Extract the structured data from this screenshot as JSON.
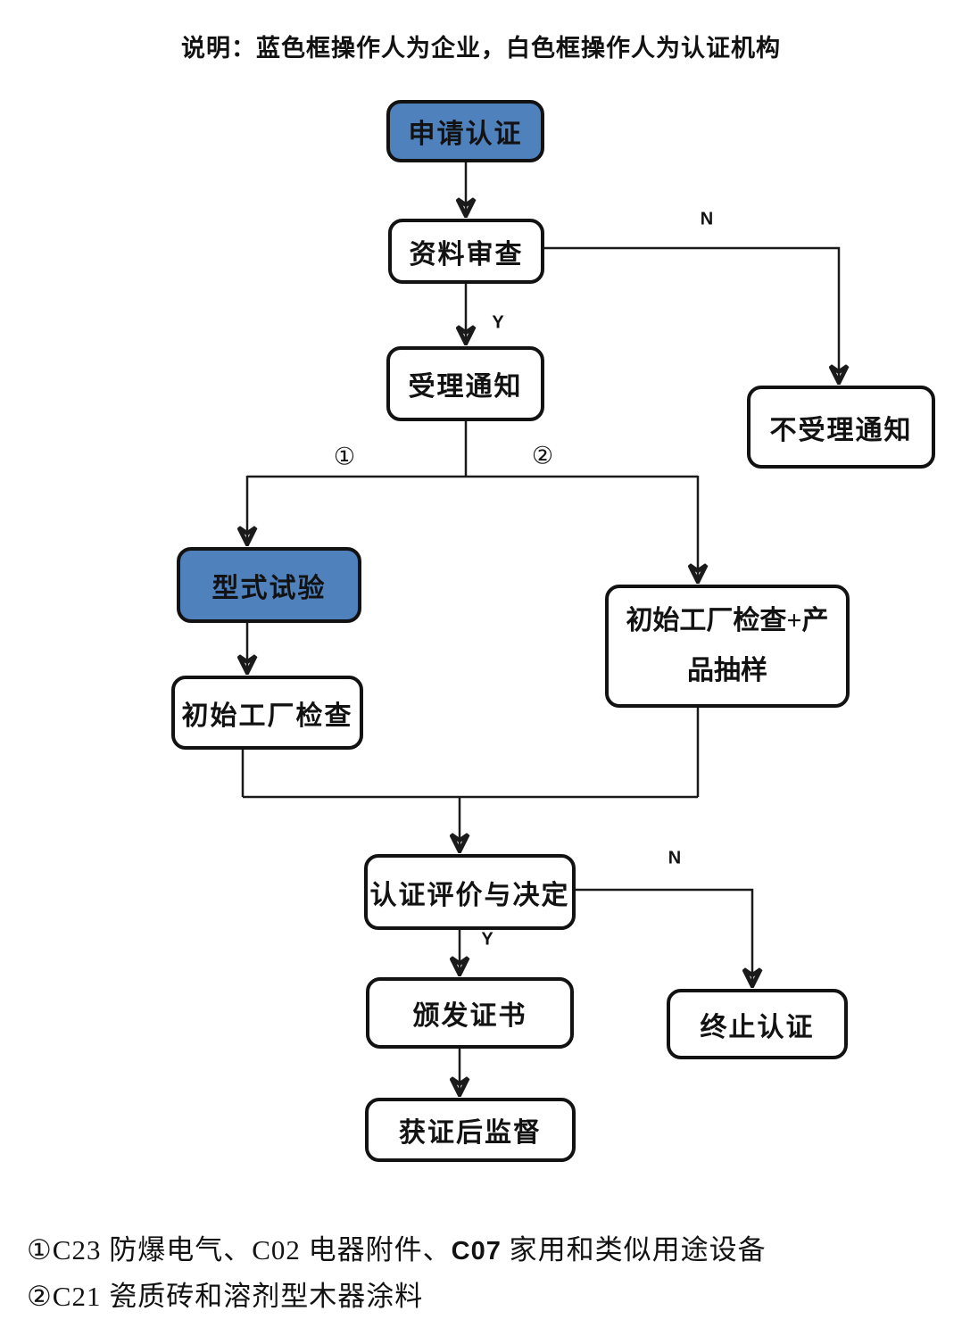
{
  "title": "说明：蓝色框操作人为企业，白色框操作人为认证机构",
  "flowchart": {
    "nodes": {
      "apply": {
        "label": "申请认证",
        "fill": "blue"
      },
      "review": {
        "label": "资料审查",
        "fill": "white"
      },
      "accept": {
        "label": "受理通知",
        "fill": "white"
      },
      "reject": {
        "label": "不受理通知",
        "fill": "white"
      },
      "type_test": {
        "label": "型式试验",
        "fill": "blue"
      },
      "factory_inspection": {
        "label": "初始工厂检查",
        "fill": "white"
      },
      "factory_sampling": {
        "label": "初始工厂检查+产品抽样",
        "fill": "white"
      },
      "evaluation": {
        "label": "认证评价与决定",
        "fill": "white"
      },
      "certificate": {
        "label": "颁发证书",
        "fill": "white"
      },
      "terminate": {
        "label": "终止认证",
        "fill": "white"
      },
      "supervision": {
        "label": "获证后监督",
        "fill": "white"
      }
    },
    "edge_labels": {
      "review_no": "N",
      "review_yes": "Y",
      "branch_1": "①",
      "branch_2": "②",
      "eval_no": "N",
      "eval_yes": "Y"
    }
  },
  "footnotes": {
    "line1_prefix": "①C23 防爆电气、C02 电器附件、",
    "line1_code": "C07",
    "line1_suffix": " 家用和类似用途设备",
    "line2": "②C21 瓷质砖和溶剂型木器涂料"
  },
  "colors": {
    "box_blue": "#4f81bd",
    "box_border": "#121212",
    "line": "#1a1a1a"
  }
}
